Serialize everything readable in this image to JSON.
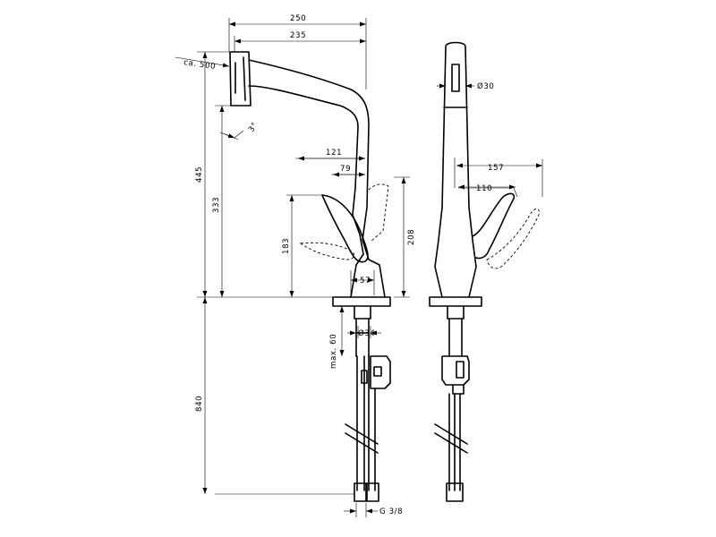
{
  "dimensions": {
    "width_250": "250",
    "width_235": "235",
    "ca_500": "ca. 500",
    "angle_3": "3°",
    "height_445": "445",
    "height_333": "333",
    "reach_121": "121",
    "reach_79": "79",
    "height_183": "183",
    "height_208": "208",
    "base_57": "57",
    "dia_30": "Ø30",
    "depth_157": "157",
    "depth_110": "110",
    "dia_34": "Ø34",
    "max_60": "max. 60",
    "length_840": "840",
    "thread_g38": "G 3/8"
  }
}
